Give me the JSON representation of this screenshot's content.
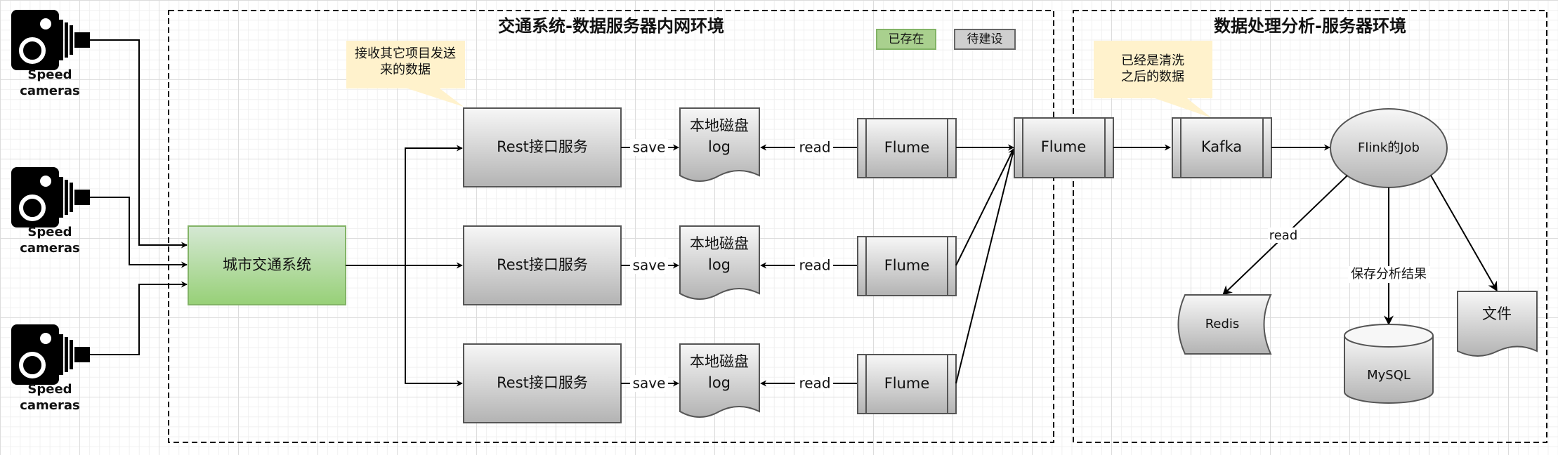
{
  "regions": {
    "left_title": "交通系统-数据服务器内网环境",
    "right_title": "数据处理分析-服务器环境"
  },
  "legend": {
    "existing": "已存在",
    "planned": "待建设",
    "existing_color": "#a9d08e",
    "planned_color": "#cfcfcf"
  },
  "cameras": [
    {
      "label_line1": "Speed",
      "label_line2": "cameras"
    },
    {
      "label_line1": "Speed",
      "label_line2": "cameras"
    },
    {
      "label_line1": "Speed",
      "label_line2": "cameras"
    }
  ],
  "callouts": {
    "receive_line1": "接收其它项目发送",
    "receive_line2": "来的数据",
    "cleaned_line1": "已经是清洗",
    "cleaned_line2": "之后的数据"
  },
  "nodes": {
    "city_system": "城市交通系统",
    "rest_services": [
      "Rest接口服务",
      "Rest接口服务",
      "Rest接口服务"
    ],
    "disk_logs": [
      {
        "line1": "本地磁盘",
        "line2": "log"
      },
      {
        "line1": "本地磁盘",
        "line2": "log"
      },
      {
        "line1": "本地磁盘",
        "line2": "log"
      }
    ],
    "flume_local": [
      "Flume",
      "Flume",
      "Flume"
    ],
    "flume_central": "Flume",
    "kafka": "Kafka",
    "flink_job": "Flink的Job",
    "redis": "Redis",
    "mysql": "MySQL",
    "file": "文件"
  },
  "edges": {
    "save": "save",
    "read": "read",
    "flink_read": "read",
    "save_result": "保存分析结果"
  }
}
